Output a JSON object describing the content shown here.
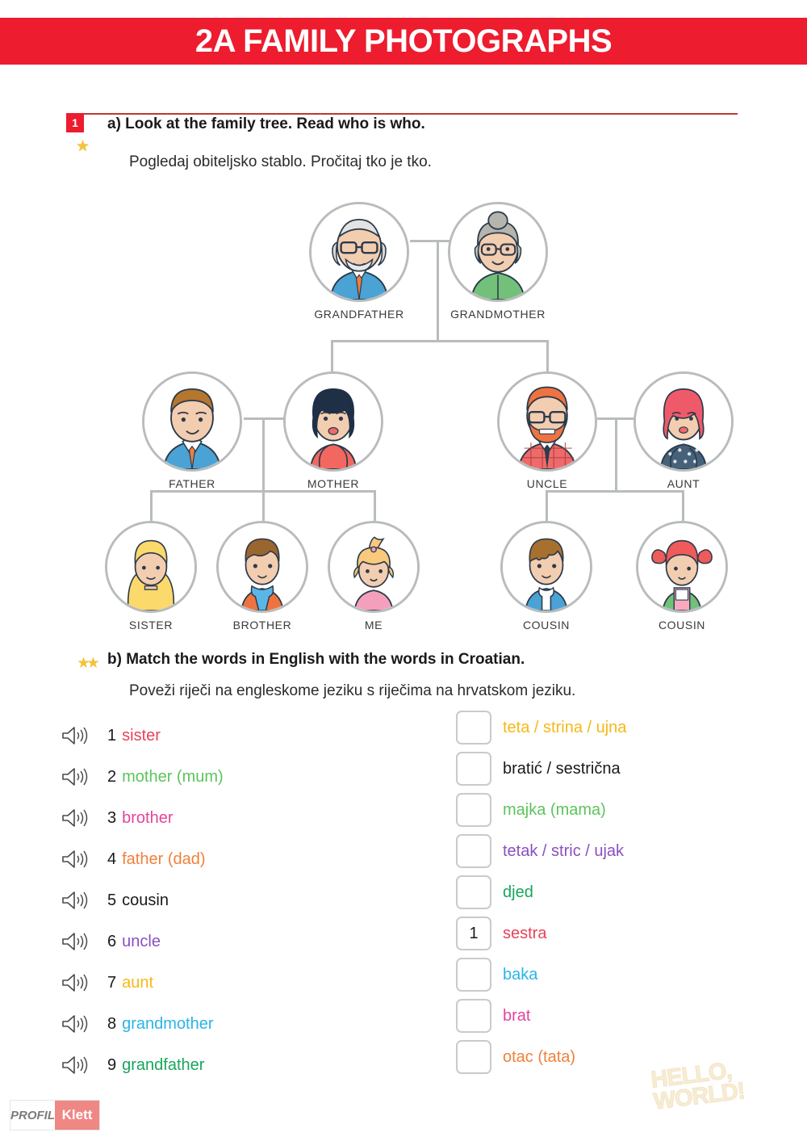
{
  "banner": {
    "title": "2A FAMILY PHOTOGRAPHS",
    "color": "#ed1c2e"
  },
  "exercise": {
    "number": "1",
    "part_a": {
      "title": "a) Look at the family tree. Read who is who.",
      "subtitle": "Pogledaj obiteljsko stablo. Pročitaj tko je tko.",
      "stars": "★"
    },
    "part_b": {
      "title": "b) Match the words in English with the words in Croatian.",
      "subtitle": "Poveži riječi na engleskome jeziku s riječima na hrvatskom jeziku.",
      "stars": "★★"
    }
  },
  "family_tree": {
    "generation_1": [
      {
        "label": "GRANDFATHER",
        "avatar": "grandfather-avatar"
      },
      {
        "label": "GRANDMOTHER",
        "avatar": "grandmother-avatar"
      }
    ],
    "generation_2": [
      {
        "label": "FATHER",
        "avatar": "father-avatar"
      },
      {
        "label": "MOTHER",
        "avatar": "mother-avatar"
      },
      {
        "label": "UNCLE",
        "avatar": "uncle-avatar"
      },
      {
        "label": "AUNT",
        "avatar": "aunt-avatar"
      }
    ],
    "generation_3": [
      {
        "label": "SISTER",
        "avatar": "sister-avatar"
      },
      {
        "label": "BROTHER",
        "avatar": "brother-avatar"
      },
      {
        "label": "ME",
        "avatar": "me-avatar"
      },
      {
        "label": "COUSIN",
        "avatar": "cousin-boy-avatar"
      },
      {
        "label": "COUSIN",
        "avatar": "cousin-girl-avatar"
      }
    ]
  },
  "english_words": [
    {
      "num": "1",
      "word": "sister",
      "color": "#e8415a",
      "icon": "speaker-icon"
    },
    {
      "num": "2",
      "word": "mother (mum)",
      "color": "#5cc45c",
      "icon": "speaker-icon"
    },
    {
      "num": "3",
      "word": "brother",
      "color": "#e4449c",
      "icon": "speaker-icon"
    },
    {
      "num": "4",
      "word": "father (dad)",
      "color": "#f0813c",
      "icon": "speaker-icon"
    },
    {
      "num": "5",
      "word": "cousin",
      "color": "#1a1a1a",
      "icon": "speaker-icon"
    },
    {
      "num": "6",
      "word": "uncle",
      "color": "#8b4fc0",
      "icon": "speaker-icon"
    },
    {
      "num": "7",
      "word": "aunt",
      "color": "#f5b916",
      "icon": "speaker-icon"
    },
    {
      "num": "8",
      "word": "grandmother",
      "color": "#2ab4e8",
      "icon": "speaker-icon"
    },
    {
      "num": "9",
      "word": "grandfather",
      "color": "#17a65b",
      "icon": "speaker-icon"
    }
  ],
  "croatian_words": [
    {
      "answer": "",
      "word": "teta / strina / ujna",
      "color": "#f5b916"
    },
    {
      "answer": "",
      "word": "bratić / sestrična",
      "color": "#1a1a1a"
    },
    {
      "answer": "",
      "word": "majka (mama)",
      "color": "#5cc45c"
    },
    {
      "answer": "",
      "word": "tetak / stric / ujak",
      "color": "#8b4fc0"
    },
    {
      "answer": "",
      "word": "djed",
      "color": "#17a65b"
    },
    {
      "answer": "1",
      "word": "sestra",
      "color": "#e8415a"
    },
    {
      "answer": "",
      "word": "baka",
      "color": "#2ab4e8"
    },
    {
      "answer": "",
      "word": "brat",
      "color": "#e4449c"
    },
    {
      "answer": "",
      "word": "otac (tata)",
      "color": "#f0813c"
    }
  ],
  "footer": {
    "logo_left": "PROFIL",
    "logo_right": "Klett",
    "watermark_line1": "HELLO,",
    "watermark_line2": "WORLD!"
  }
}
